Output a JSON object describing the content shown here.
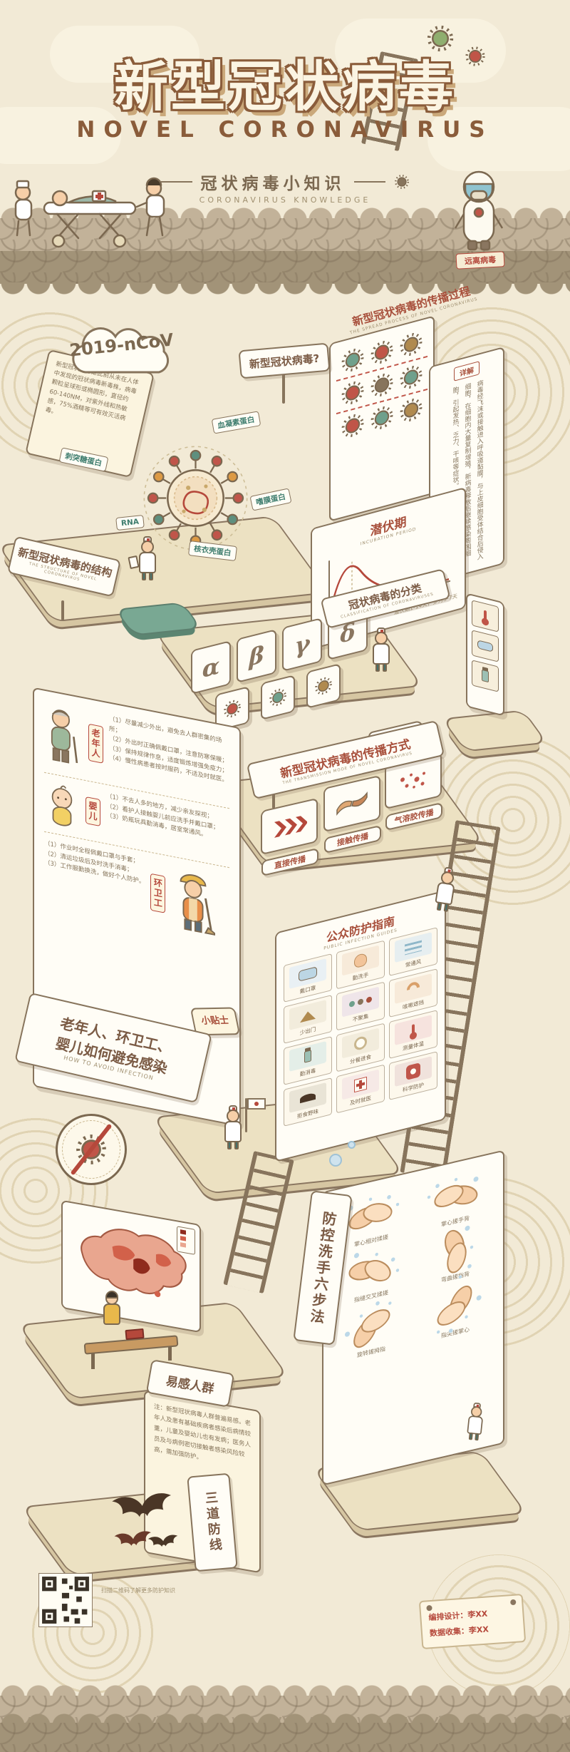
{
  "header": {
    "title_cn": "新型冠状病毒",
    "title_en": "NOVEL CORONAVIRUS",
    "subtitle_cn": "冠状病毒小知识",
    "subtitle_en": "CORONAVIRUS KNOWLEDGE",
    "hazmat_badge": "远离病毒"
  },
  "intro": {
    "cloud": "2019-nCoV",
    "question": "新型冠状病毒?",
    "desc": "新型冠状病毒是此前从未在人体中发现的冠状病毒新毒株，病毒颗粒呈球形或椭圆形，直径约60-140NM，对紫外线和热敏感，75%酒精等可有效灭活病毒。"
  },
  "structure": {
    "title": "新型冠状病毒的结构",
    "subtitle": "THE STRUCTURE OF NOVEL CORONAVIRUS",
    "labels": {
      "hemagglutinin": "血凝素蛋白",
      "spike": "刺突糖蛋白",
      "rna": "RNA",
      "membrane": "嗜膜蛋白",
      "nucleocapsid": "核衣壳蛋白"
    }
  },
  "process": {
    "title": "新型冠状病毒的传播过程",
    "subtitle": "THE SPREAD PROCESS OF NOVEL CORONAVIRUS",
    "tag": "详解",
    "detail": "病毒经飞沫或接触进入呼吸道黏膜，与上皮细胞受体结合后侵入细胞，在细胞内大量复制增殖，新病毒释放后继续感染周围细胞，引起发热、乏力、干咳等症状。"
  },
  "incubation": {
    "title": "潜伏期",
    "subtitle": "INCUBATION PERIOD",
    "note": "潜伏期1-14天，多为3-7天"
  },
  "classification": {
    "title": "冠状病毒的分类",
    "subtitle": "CLASSIFICATION OF CORONAVIRUSES",
    "letters": [
      "α",
      "β",
      "γ",
      "δ"
    ]
  },
  "transmission": {
    "title": "新型冠状病毒的传播方式",
    "subtitle": "THE TRANSMISSION MODE OF NOVEL CORONAVIRUS",
    "modes": [
      "直接传播",
      "接触传播",
      "气溶胶传播"
    ]
  },
  "avoid": {
    "title_line1": "老年人、环卫工、",
    "title_line2": "婴儿如何避免感染",
    "subtitle": "HOW TO AVOID INFECTION",
    "tip_tag": "小贴士",
    "groups": [
      {
        "name": "老年人",
        "t1": "（1）尽量减少外出，避免去人群密集的场所；",
        "t2": "（2）外出时正确佩戴口罩，注意防寒保暖；",
        "t3": "（3）保持规律作息，适度锻炼增强免疫力；",
        "t4": "（4）慢性病患者按时服药，不适及时就医。"
      },
      {
        "name": "婴儿",
        "t1": "（1）不去人多的地方，减少亲友探视；",
        "t2": "（2）看护人接触婴儿前应洗手并戴口罩；",
        "t3": "（3）奶瓶玩具勤消毒，居室常通风。"
      },
      {
        "name": "环卫工",
        "t1": "（1）作业时全程佩戴口罩与手套；",
        "t2": "（2）清运垃圾后及时洗手消毒；",
        "t3": "（3）工作服勤换洗，做好个人防护。"
      }
    ]
  },
  "guide": {
    "title": "公众防护指南",
    "subtitle": "PUBLIC INFECTION GUIDES",
    "items": [
      "戴口罩",
      "勤洗手",
      "常通风",
      "少出门",
      "不聚集",
      "咳嗽遮挡",
      "勤消毒",
      "分餐进食",
      "测量体温",
      "拒食野味",
      "及时就医",
      "科学防护"
    ]
  },
  "handwash": {
    "title": "防控洗手六步法",
    "steps": [
      "掌心相对揉搓",
      "掌心搓手背",
      "指缝交叉揉搓",
      "弯曲搓指背",
      "旋转搓拇指",
      "指尖搓掌心"
    ]
  },
  "susceptible": {
    "title": "易感人群",
    "note": "注：新型冠状病毒人群普遍易感。老年人及患有基础疾病者感染后病情较重，儿童及婴幼儿也有发病；医务人员及与病例密切接触者感染风险较高，需加强防护。"
  },
  "defense": {
    "title": "三道防线"
  },
  "footer": {
    "qr_caption": "扫描二维码了解更多防护知识",
    "credit1": "编排设计：李XX",
    "credit2": "数据收集：李XX"
  },
  "chart_data": {
    "type": "line",
    "title": "潜伏期 INCUBATION PERIOD",
    "x": [
      1,
      2,
      3,
      4,
      5,
      6,
      7,
      8,
      9,
      10,
      11,
      12,
      13,
      14
    ],
    "values": [
      1,
      4,
      8,
      9,
      7,
      5,
      3.5,
      2.5,
      1.8,
      1.3,
      1,
      0.8,
      0.6,
      0.5
    ],
    "xlabel": "天",
    "ylabel": "相对病例数",
    "legend_position": "none",
    "grid": false
  }
}
